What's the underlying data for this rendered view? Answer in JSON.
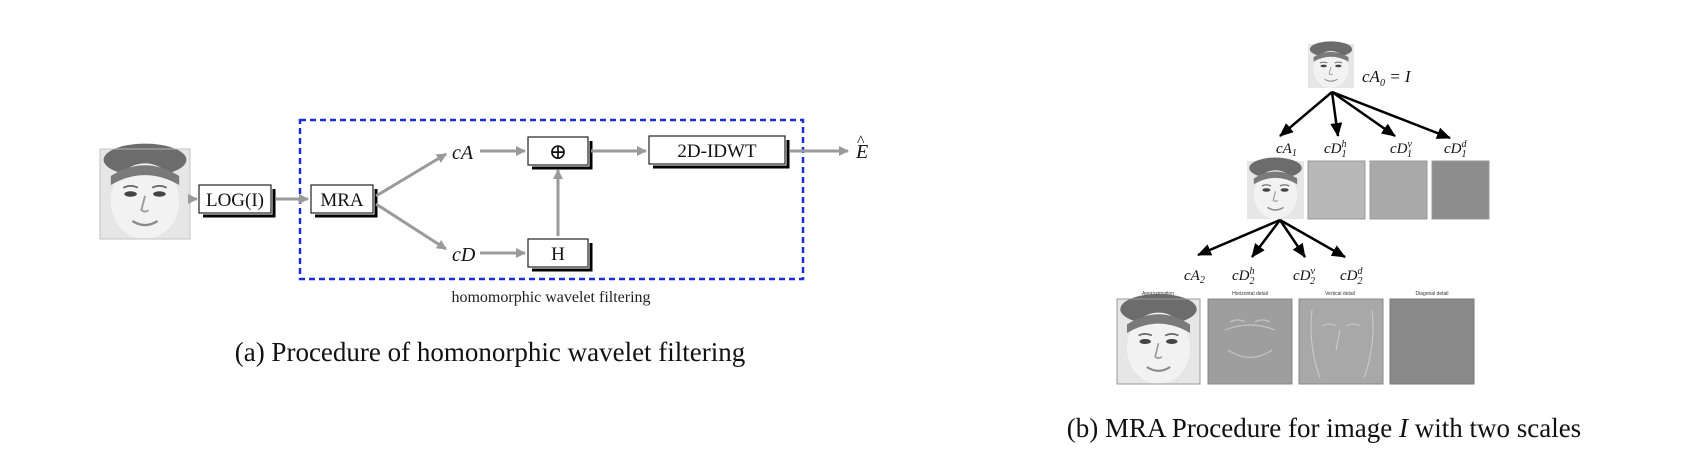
{
  "panel_a": {
    "caption": "(a) Procedure of homonorphic wavelet filtering",
    "frame_label": "homomorphic wavelet filtering",
    "box_log": "LOG(I)",
    "box_mra": "MRA",
    "box_sum": "⊕",
    "box_idwt": "2D-IDWT",
    "box_h": "H",
    "label_ca": "cA",
    "label_cd": "cD",
    "label_out": "E",
    "label_out_hat": "^",
    "frame_color": "#1a2fd6",
    "arrow_color": "#9a9a9a"
  },
  "panel_b": {
    "caption_prefix": "(b) MRA Procedure for image ",
    "caption_var": "I",
    "caption_suffix": " with two scales",
    "top_label": "cA",
    "top_sub": "0",
    "top_eq": " = I",
    "level1": [
      {
        "name": "cA",
        "sub": "1",
        "sup": ""
      },
      {
        "name": "cD",
        "sub": "1",
        "sup": "h"
      },
      {
        "name": "cD",
        "sub": "1",
        "sup": "v"
      },
      {
        "name": "cD",
        "sub": "1",
        "sup": "d"
      }
    ],
    "level2": [
      {
        "name": "cA",
        "sub": "2",
        "sup": ""
      },
      {
        "name": "cD",
        "sub": "2",
        "sup": "h"
      },
      {
        "name": "cD",
        "sub": "2",
        "sup": "v"
      },
      {
        "name": "cD",
        "sub": "2",
        "sup": "d"
      }
    ],
    "tile_titles": [
      "Approximation",
      "Horizontal detail",
      "Vertical detail",
      "Diagonal detail"
    ]
  }
}
